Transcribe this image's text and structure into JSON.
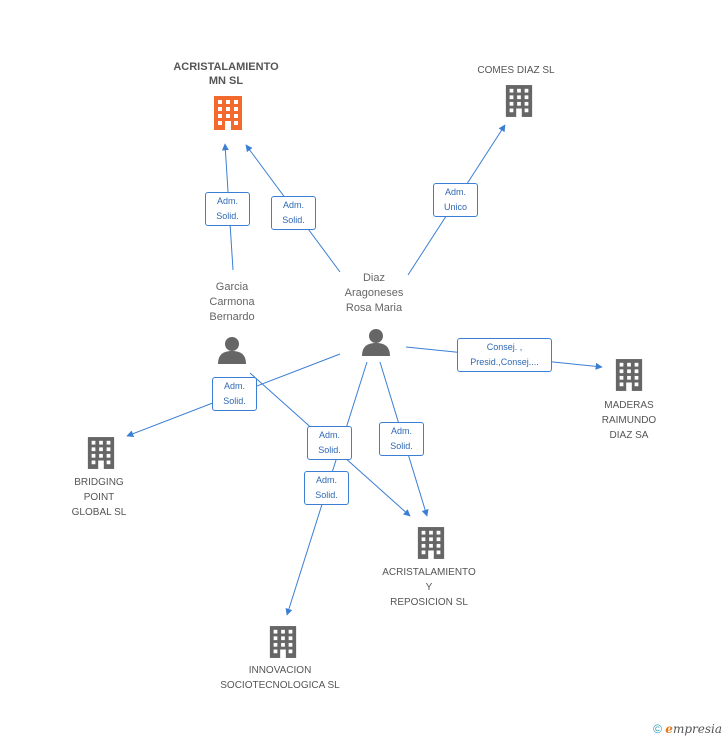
{
  "colors": {
    "edge": "#3b7fd4",
    "company": "#666666",
    "focus_company": "#f26a2e",
    "person": "#666666"
  },
  "nodes": {
    "acristalamiento_mn": {
      "label": "ACRISTALAMIENTO\nMN SL",
      "icon": "building-icon"
    },
    "comes_diaz": {
      "label": "COMES DIAZ SL",
      "icon": "building-icon"
    },
    "garcia": {
      "label": "Garcia\nCarmona\nBernardo",
      "icon": "person-icon"
    },
    "diaz": {
      "label": "Diaz\nAragoneses\nRosa Maria",
      "icon": "person-icon"
    },
    "maderas": {
      "label": "MADERAS\nRAIMUNDO\nDIAZ SA",
      "icon": "building-icon"
    },
    "bridging": {
      "label": "BRIDGING\nPOINT\nGLOBAL SL",
      "icon": "building-icon"
    },
    "acristalamiento_rep": {
      "label": "ACRISTALAMIENTO\nY\nREPOSICION SL",
      "icon": "building-icon"
    },
    "innovacion": {
      "label": "INNOVACION\nSOCIOTECNOLOGICA SL",
      "icon": "building-icon"
    }
  },
  "relations": {
    "garcia_mn": "Adm.\nSolid.",
    "diaz_mn": "Adm.\nSolid.",
    "diaz_comes": "Adm.\nUnico",
    "diaz_maderas": "Consej. ,\nPresid.,Consej....",
    "diaz_bridging": "Adm.\nSolid.",
    "garcia_rep": "Adm.\nSolid.",
    "diaz_innov": "Adm.\nSolid.",
    "diaz_rep": "Adm.\nSolid."
  },
  "footer": {
    "copyright": "©",
    "brand_initial": "e",
    "brand_rest": "mpresia"
  }
}
